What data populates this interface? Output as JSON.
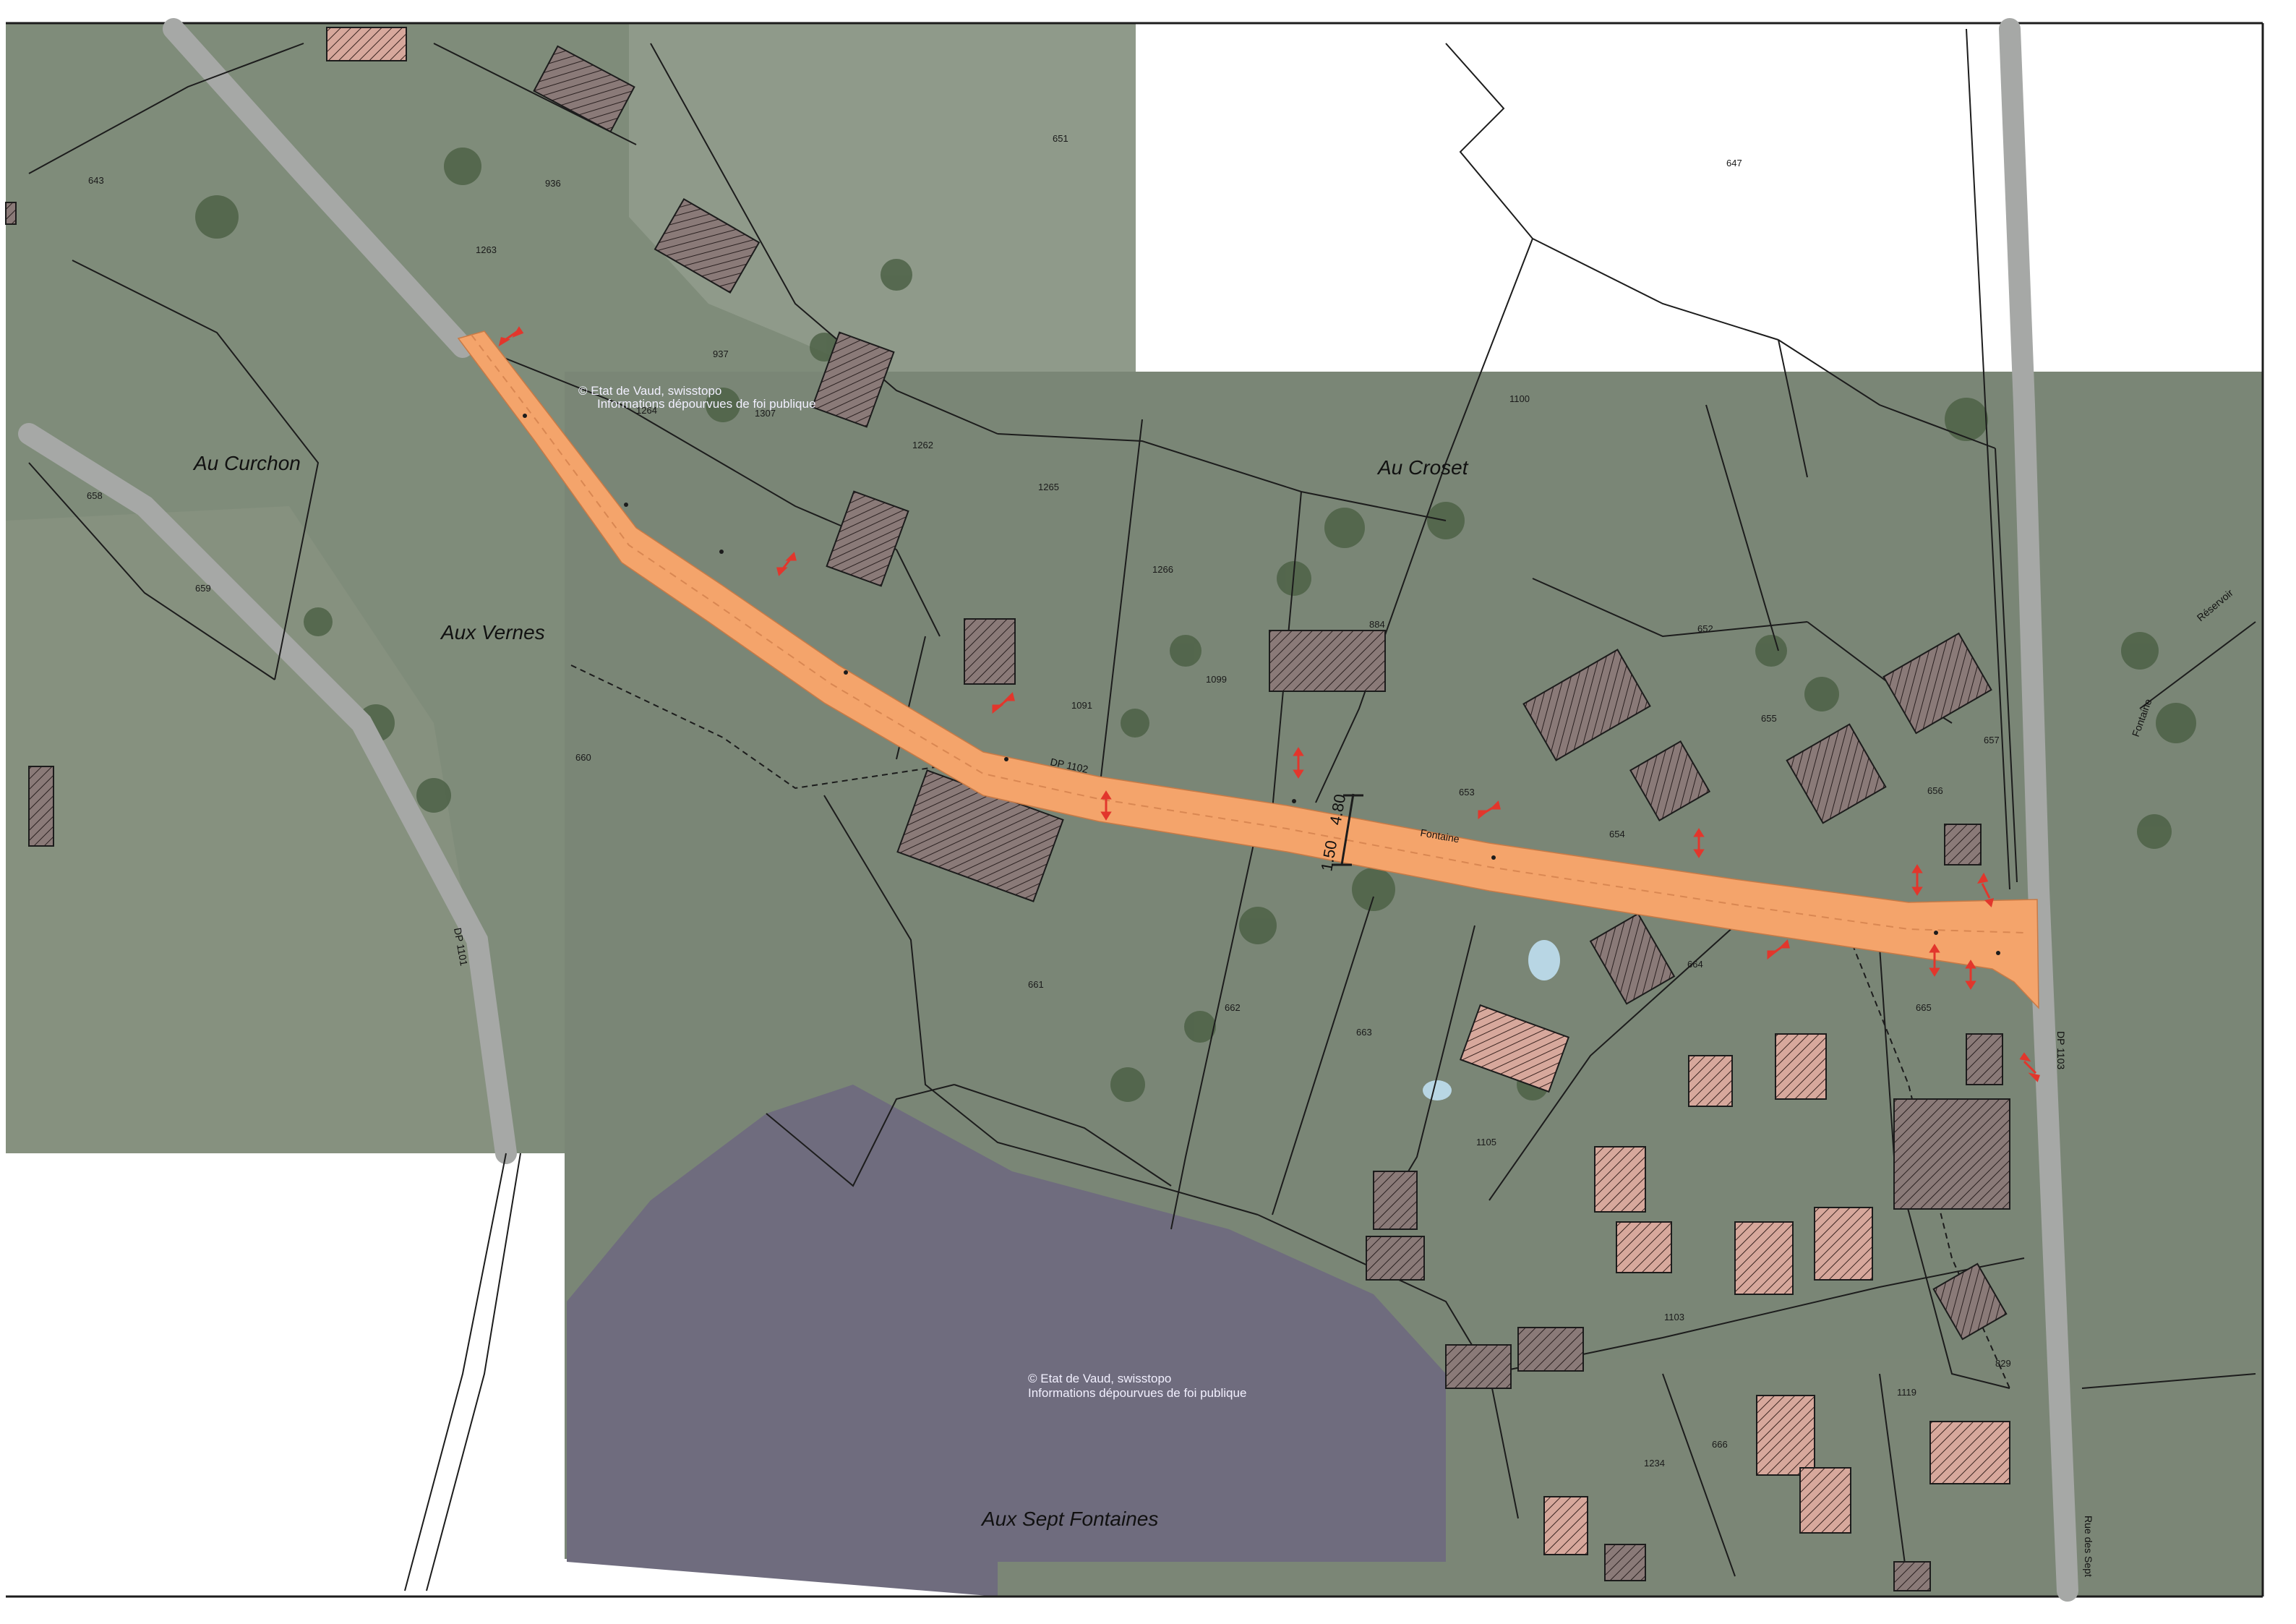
{
  "map": {
    "colors": {
      "aerial_green": "#7f8c7a",
      "field_purple": "#6f6c7e",
      "road_orange": "#f4a46b",
      "parcel_line": "#1c1c1c",
      "arrow_red": "#e2362c",
      "building_fill": "#8a7a78",
      "building_pink": "#d7a89c"
    },
    "copyright_1": "© Etat de Vaud, swisstopo",
    "copyright_1_line2": "Informations dépourvues de foi publique",
    "copyright_2": "© Etat de Vaud, swisstopo",
    "copyright_2_line2": "Informations dépourvues de foi publique",
    "place_names": {
      "au_curchon": "Au Curchon",
      "aux_vernes": "Aux Vernes",
      "au_croset": "Au Croset",
      "aux_sept_fontaines": "Aux Sept Fontaines"
    },
    "roads": {
      "dp_1102": "DP 1102",
      "dp_1101": "DP 1101",
      "dp_1103": "DP 1103",
      "fontaine": "Fontaine",
      "rue_des_sept": "Rue des Sept",
      "reservoir": "Réservoir",
      "fontaine_right": "Fontaine"
    },
    "dimensions": {
      "width": "4.80",
      "sidewalk": "1.50"
    },
    "parcels": {
      "p643": "643",
      "p651": "651",
      "p647": "647",
      "p936": "936",
      "p1263": "1263",
      "p937": "937",
      "p1264": "1264",
      "p1307": "1307",
      "p1262": "1262",
      "p658": "658",
      "p659": "659",
      "p1265": "1265",
      "p1266": "1266",
      "p1100": "1100",
      "p884": "884",
      "p652": "652",
      "p1099": "1099",
      "p1091": "1091",
      "p660": "660",
      "p655": "655",
      "p657": "657",
      "p656": "656",
      "p653": "653",
      "p654": "654",
      "p661": "661",
      "p662": "662",
      "p663": "663",
      "p664": "664",
      "p665": "665",
      "p1105": "1105",
      "p1103": "1103",
      "p829": "829",
      "p1119": "1119",
      "p1234": "1234",
      "p666": "666"
    }
  }
}
